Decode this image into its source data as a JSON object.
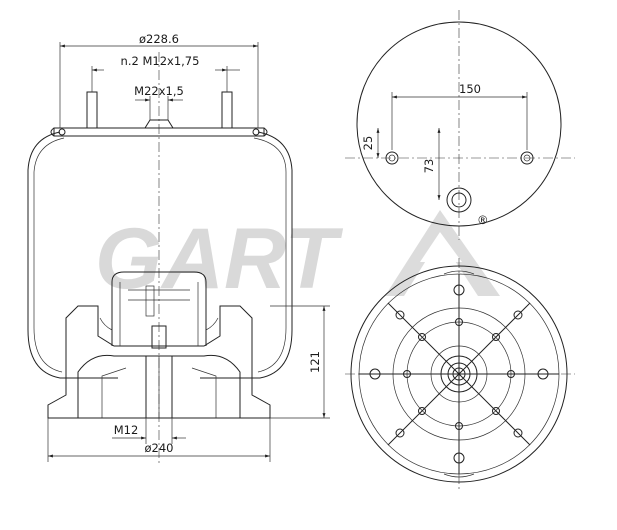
{
  "drawing": {
    "dimensions": {
      "top_width": "ø228.6",
      "studs": "n.2 M12x1,75",
      "center_thread": "M22x1,5",
      "height": "121",
      "bottom_thread": "M12",
      "bottom_width": "ø240",
      "stud_spacing": "150",
      "stud_offset": "25",
      "center_offset": "73"
    },
    "watermark": {
      "brand": "GART",
      "registered": "®",
      "color": "#d6d6d6"
    }
  }
}
